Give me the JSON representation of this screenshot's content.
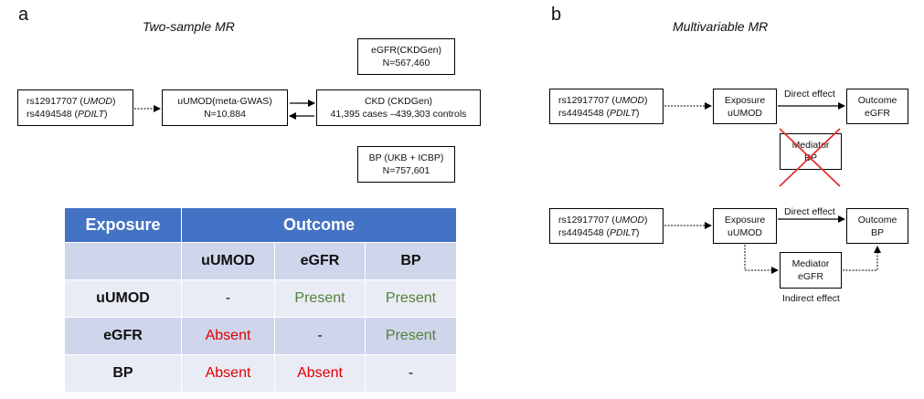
{
  "panel_a": {
    "label": "a",
    "title": "Two-sample MR",
    "instruments_line1": {
      "pre": "rs12917707 (",
      "gene": "UMOD",
      "post": ")"
    },
    "instruments_line2": {
      "pre": "rs4494548 (",
      "gene": "PDILT",
      "post": ")"
    },
    "exposure": {
      "line1": "uUMOD(meta-GWAS)",
      "line2": "N=10,884"
    },
    "egfr": {
      "line1": "eGFR(CKDGen)",
      "line2": "N=567,460"
    },
    "ckd": {
      "line1": "CKD (CKDGen)",
      "line2": "41,395 cases –439,303 controls"
    },
    "bp": {
      "line1": "BP (UKB + ICBP)",
      "line2": "N=757,601"
    }
  },
  "table": {
    "header_exposure": "Exposure",
    "header_outcome": "Outcome",
    "columns": [
      "uUMOD",
      "eGFR",
      "BP"
    ],
    "rows": [
      {
        "label": "uUMOD",
        "cells": [
          {
            "text": "-",
            "status": "none"
          },
          {
            "text": "Present",
            "status": "present"
          },
          {
            "text": "Present",
            "status": "present"
          }
        ]
      },
      {
        "label": "eGFR",
        "cells": [
          {
            "text": "Absent",
            "status": "absent"
          },
          {
            "text": "-",
            "status": "none"
          },
          {
            "text": "Present",
            "status": "present"
          }
        ]
      },
      {
        "label": "BP",
        "cells": [
          {
            "text": "Absent",
            "status": "absent"
          },
          {
            "text": "Absent",
            "status": "absent"
          },
          {
            "text": "-",
            "status": "none"
          }
        ]
      }
    ],
    "colors": {
      "header": "#4472c4",
      "present": "#548235",
      "absent": "#e00000"
    }
  },
  "panel_b": {
    "label": "b",
    "title": "Multivariable MR",
    "top": {
      "instruments_line1": {
        "pre": "rs12917707 (",
        "gene": "UMOD",
        "post": ")"
      },
      "instruments_line2": {
        "pre": "rs4494548 (",
        "gene": "PDILT",
        "post": ")"
      },
      "exposure": {
        "line1": "Exposure",
        "line2": "uUMOD"
      },
      "outcome": {
        "line1": "Outcome",
        "line2": "eGFR"
      },
      "direct_label": "Direct effect",
      "mediator": {
        "line1": "Mediator",
        "line2": "BP"
      }
    },
    "bottom": {
      "instruments_line1": {
        "pre": "rs12917707 (",
        "gene": "UMOD",
        "post": ")"
      },
      "instruments_line2": {
        "pre": "rs4494548 (",
        "gene": "PDILT",
        "post": ")"
      },
      "exposure": {
        "line1": "Exposure",
        "line2": "uUMOD"
      },
      "outcome": {
        "line1": "Outcome",
        "line2": "BP"
      },
      "direct_label": "Direct effect",
      "mediator": {
        "line1": "Mediator",
        "line2": "eGFR"
      },
      "indirect_label": "Indirect effect"
    }
  }
}
